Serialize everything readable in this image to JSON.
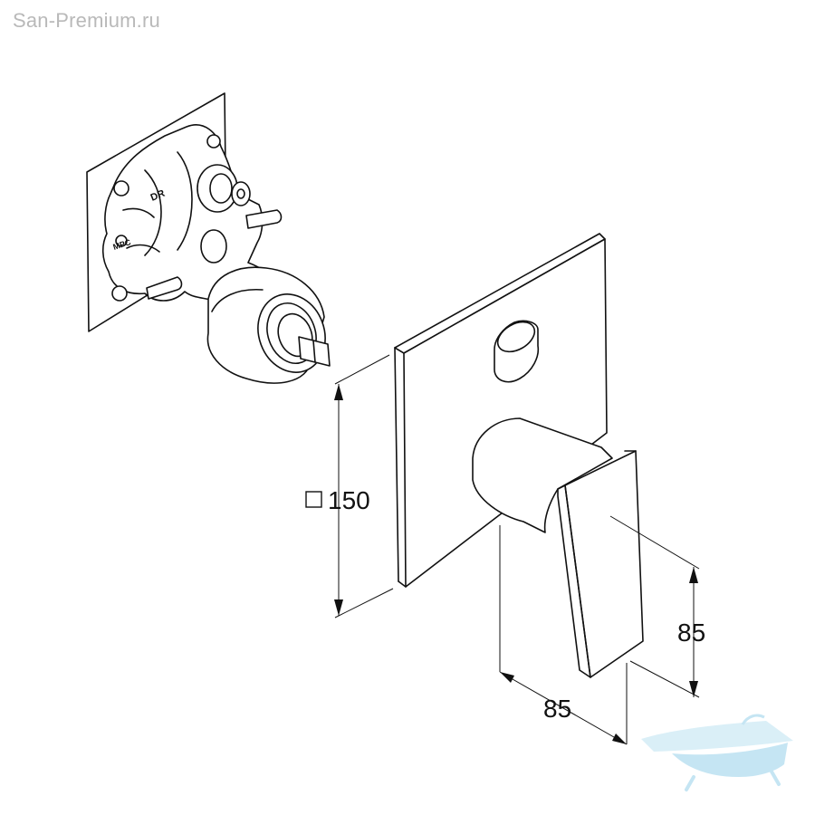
{
  "watermark": "San-Premium.ru",
  "dimensions": {
    "plate_size": "150",
    "lever_depth": "85",
    "lever_height": "85"
  },
  "colors": {
    "line": "#111111",
    "watermark_text": "#b9b9b9",
    "logo": "#bfe3f2"
  },
  "icons": {
    "square_symbol": "square-symbol-icon",
    "logo": "bathtub-logo-icon"
  }
}
